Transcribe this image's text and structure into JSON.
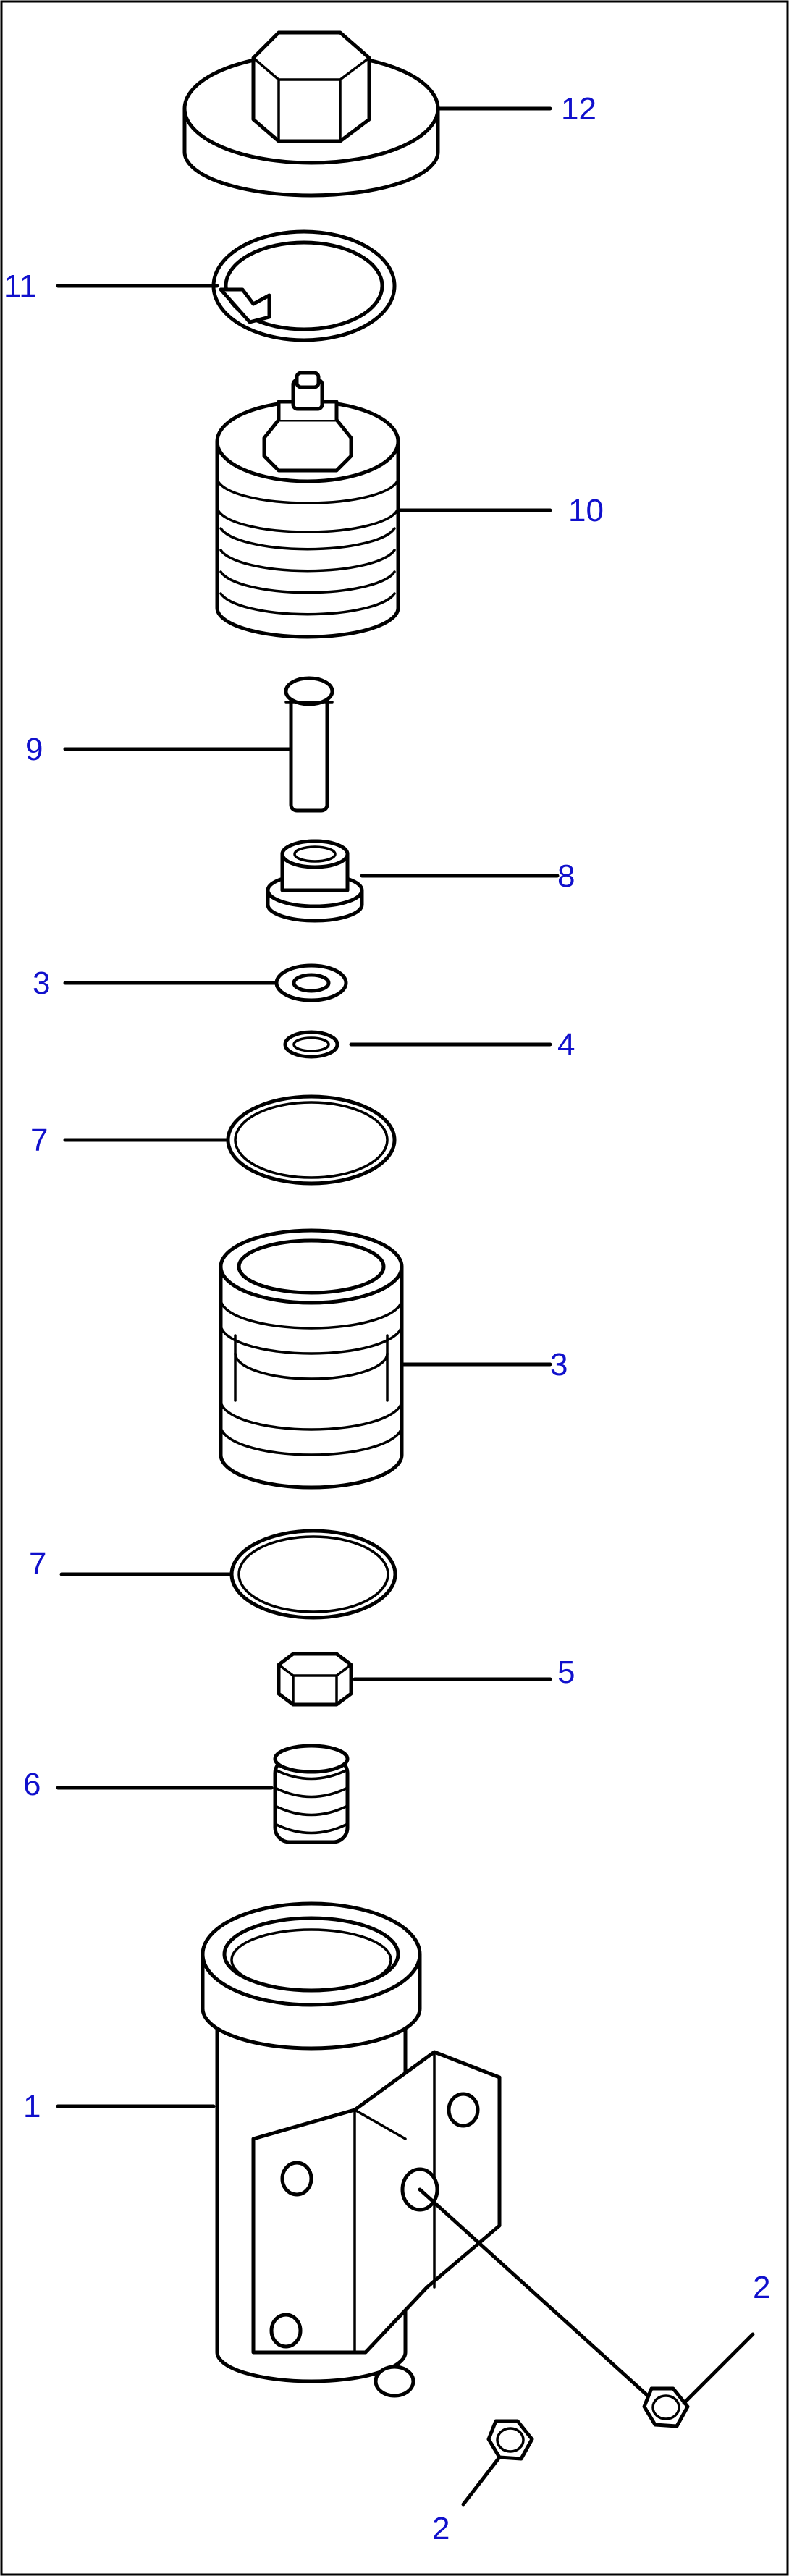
{
  "callouts": {
    "c12": "12",
    "c11": "11",
    "c10": "10",
    "c9": "9",
    "c8": "8",
    "c3a": "3",
    "c4": "4",
    "c7a": "7",
    "c3b": "3",
    "c7b": "7",
    "c5": "5",
    "c6": "6",
    "c1": "1",
    "c2a": "2",
    "c2b": "2"
  },
  "colors": {
    "callout_text": "#1010cc",
    "line": "#000000",
    "background": "#ffffff"
  }
}
